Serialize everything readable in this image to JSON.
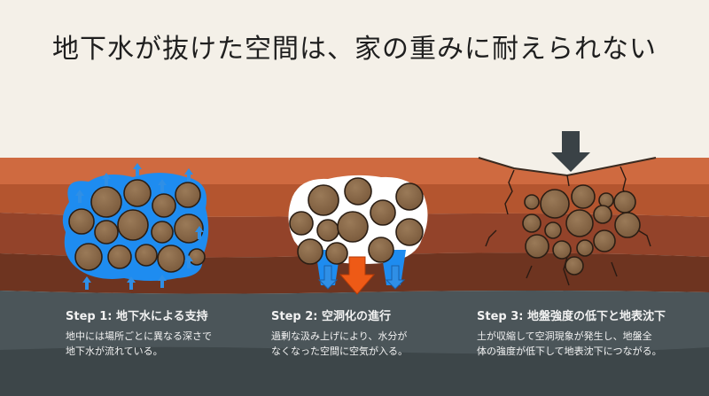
{
  "title": "地下水が抜けた空間は、家の重みに耐えられない",
  "steps": [
    {
      "heading": "Step 1: 地下水による支持",
      "line1": "地中には場所ごとに異なる深さで",
      "line2": "地下水が流れている。"
    },
    {
      "heading": "Step 2: 空洞化の進行",
      "line1": "過剰な汲み上げにより、水分が",
      "line2": "なくなった空間に空気が入る。"
    },
    {
      "heading": "Step 3: 地盤強度の低下と地表沈下",
      "line1": "土が収縮して空洞現象が発生し、地盤全",
      "line2": "体の強度が低下して地表沈下につながる。"
    }
  ],
  "colors": {
    "background": "#f4f0e8",
    "soil_top": "#cf6a40",
    "soil_mid": "#a64a2c",
    "soil_deep": "#7a3a22",
    "soil_dark": "#5a2a18",
    "bedrock": "#4b5559",
    "water": "#1e8cf0",
    "water_arrow": "#2f8fe6",
    "soil_particle": "#8a6a48",
    "pressure_arrow": "#ee5a16",
    "load_arrow": "#3a4246"
  },
  "icons": [
    "up-arrow-icon",
    "down-arrow-icon",
    "load-arrow-icon",
    "crack-icon"
  ]
}
